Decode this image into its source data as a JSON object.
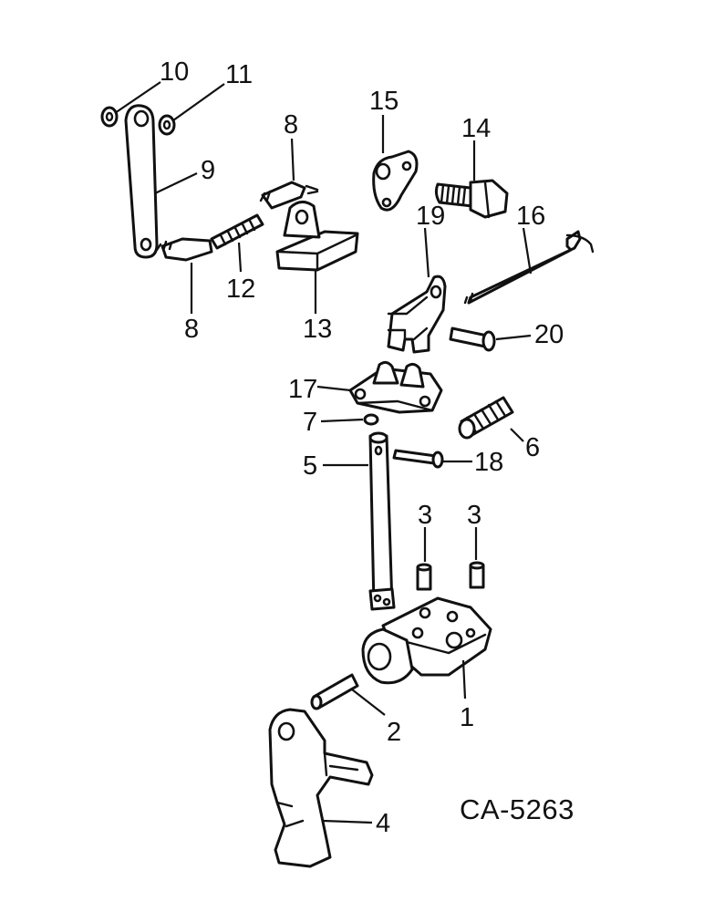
{
  "figure_code": "CA-5263",
  "callouts": {
    "c1": "1",
    "c2": "2",
    "c3a": "3",
    "c3b": "3",
    "c4": "4",
    "c5": "5",
    "c6": "6",
    "c7": "7",
    "c8a": "8",
    "c8b": "8",
    "c9": "9",
    "c10": "10",
    "c11": "11",
    "c12": "12",
    "c13": "13",
    "c14": "14",
    "c15": "15",
    "c16": "16",
    "c17": "17",
    "c18": "18",
    "c19": "19",
    "c20": "20"
  }
}
